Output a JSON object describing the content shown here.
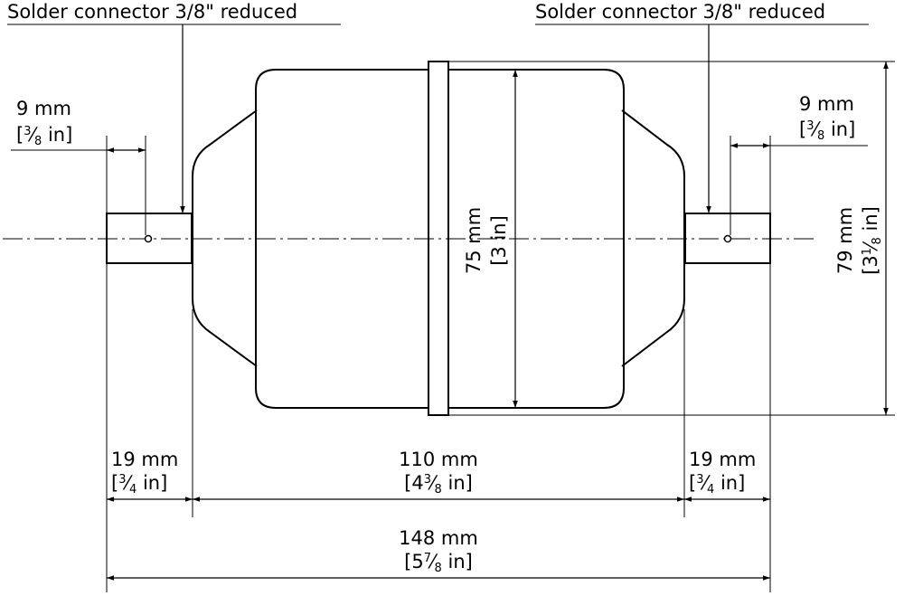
{
  "connector_left": "Solder connector 3/8\" reduced",
  "connector_right": "Solder connector 3/8\" reduced",
  "dims": {
    "pipe_left_mm": "9 mm",
    "pipe_right_mm": "9 mm",
    "pipe_in_open": "[",
    "pipe_frac_num": "3",
    "pipe_frac_den": "8",
    "pipe_in_close": " in]",
    "end_left_mm": "19 mm",
    "end_right_mm": "19 mm",
    "end_frac_num": "3",
    "end_frac_den": "4",
    "end_in_close": " in]",
    "body_mm": "110 mm",
    "body_in_whole": "[4",
    "body_frac_num": "3",
    "body_frac_den": "8",
    "body_in_close": " in]",
    "total_mm": "148 mm",
    "total_in_whole": "[5",
    "total_frac_num": "7",
    "total_frac_den": "8",
    "total_in_close": " in]",
    "shell_mm": "75 mm",
    "shell_in": "[3 in]",
    "height_mm": "79 mm",
    "height_in_whole": "[3",
    "height_frac_num": "1",
    "height_frac_den": "8",
    "height_in_close": " in]"
  },
  "colors": {
    "line": "#000000",
    "background": "#ffffff"
  }
}
